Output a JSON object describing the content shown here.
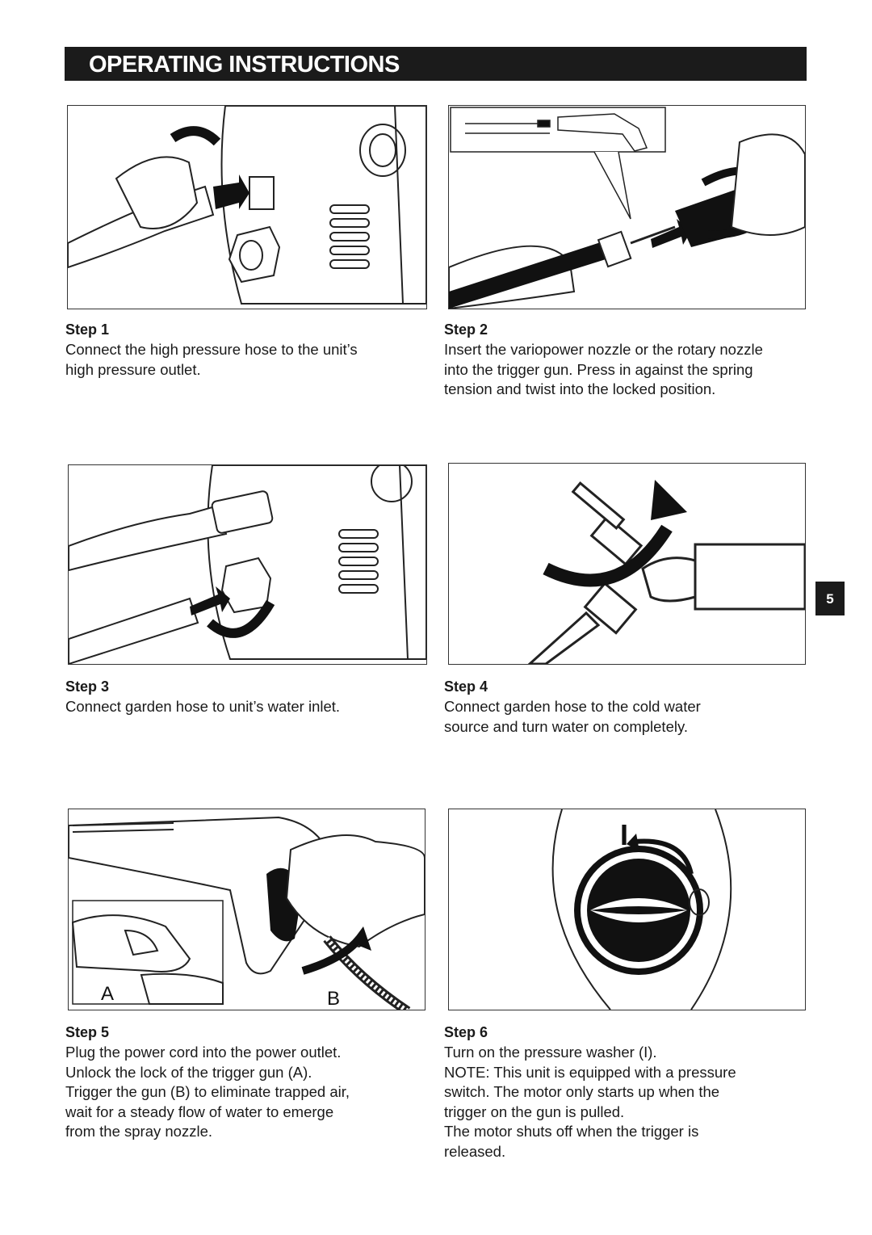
{
  "header": {
    "title": "OPERATING INSTRUCTIONS"
  },
  "page_number": "5",
  "steps": [
    {
      "title": "Step 1",
      "lines": [
        "Connect the high pressure hose to the unit’s",
        "high pressure outlet."
      ]
    },
    {
      "title": "Step 2",
      "lines": [
        "Insert the variopower nozzle or the rotary nozzle",
        "into the trigger gun. Press in against the spring",
        "tension and twist into the locked position."
      ]
    },
    {
      "title": "Step 3",
      "lines": [
        "Connect garden hose to unit’s water inlet."
      ]
    },
    {
      "title": "Step 4",
      "lines": [
        "Connect garden hose to the cold water",
        "source and turn water on completely."
      ]
    },
    {
      "title": "Step 5",
      "lines": [
        "Plug the power cord into the power outlet.",
        "Unlock the lock of the trigger gun (A).",
        "Trigger the gun (B) to eliminate trapped air,",
        "wait for a steady flow of water to emerge",
        "from the spray nozzle."
      ]
    },
    {
      "title": "Step 6",
      "lines": [
        "Turn on the pressure washer (I).",
        "NOTE: This unit is equipped with a pressure",
        "switch. The motor only starts up when the",
        "trigger on the gun is pulled.",
        "The motor shuts off when the trigger is",
        "released."
      ]
    }
  ],
  "figure_labels": {
    "a": "A",
    "b": "B",
    "switch_on": "I"
  }
}
